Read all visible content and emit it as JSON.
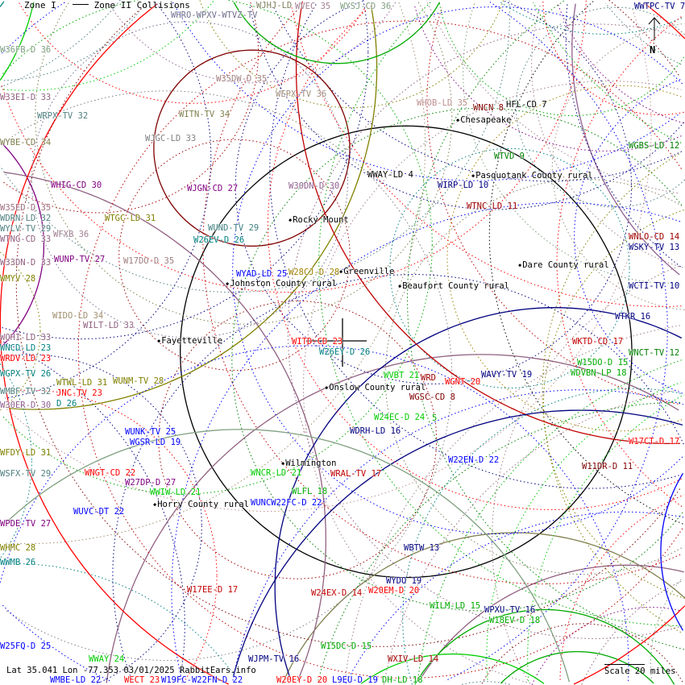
{
  "legend": {
    "zone1": "Zone I",
    "zone2": "Zone II Collisions"
  },
  "status": "Lat 35.041 Lon -77.353 03/01/2025 RabbitEars.info",
  "scale": "Scale 20 miles",
  "north": "N",
  "cities": [
    "Chesapeake",
    "Pasquotank County rural",
    "Rocky Mount",
    "Greenville",
    "Dare County rural",
    "Johnston County rural",
    "Beaufort County rural",
    "Fayetteville",
    "Onslow County rural",
    "Wilmington",
    "Horry County rural"
  ],
  "stations": [
    {
      "text": "WHRO-WPXV-WTVZ-TV",
      "color": "#707090"
    },
    {
      "text": "WJHJ-LD",
      "color": "#808060"
    },
    {
      "text": "WVEC 35",
      "color": "#a08090"
    },
    {
      "text": "WYSJ-CD 36",
      "color": "#80a080"
    },
    {
      "text": "WWTPC-TV 7",
      "color": "#000080"
    },
    {
      "text": "W36FB-D 36",
      "color": "#80a080"
    },
    {
      "text": "W35DW-D 35",
      "color": "#a08080"
    },
    {
      "text": "W33EI-D 33",
      "color": "#906080"
    },
    {
      "text": "WEPX-TV 36",
      "color": "#a09080"
    },
    {
      "text": "WHOB-LD 35",
      "color": "#c09090"
    },
    {
      "text": "WNCN 8",
      "color": "#800000"
    },
    {
      "text": "HFL-CD 7",
      "color": "#000000"
    },
    {
      "text": "WRPX-TV 32",
      "color": "#508080"
    },
    {
      "text": "WITN-TV 34",
      "color": "#808050"
    },
    {
      "text": "WYBE-CD 34",
      "color": "#808050"
    },
    {
      "text": "WJGC-LD 33",
      "color": "#808080"
    },
    {
      "text": "WTVD 9",
      "color": "#008000"
    },
    {
      "text": "WGBS-LD 12",
      "color": "#008000"
    },
    {
      "text": "WWAY-LD 4",
      "color": "#000000"
    },
    {
      "text": "WIRP-LD 10",
      "color": "#000080"
    },
    {
      "text": "WHIG-CD 30",
      "color": "#800080"
    },
    {
      "text": "WJGN-CD 27",
      "color": "#800080"
    },
    {
      "text": "W30DN-D 30",
      "color": "#906090"
    },
    {
      "text": "WTNC-LD 11",
      "color": "#a00000"
    },
    {
      "text": "W35ED-D 35",
      "color": "#a07080"
    },
    {
      "text": "WDRN-LD 32",
      "color": "#508080"
    },
    {
      "text": "WYLV-TV 29",
      "color": "#508080"
    },
    {
      "text": "WTNG-CD 33",
      "color": "#906080"
    },
    {
      "text": "WFXB 36",
      "color": "#a08090"
    },
    {
      "text": "WTGC-LD 31",
      "color": "#808000"
    },
    {
      "text": "WUND-TV 29",
      "color": "#408080"
    },
    {
      "text": "W26EV-D 26",
      "color": "#008080"
    },
    {
      "text": "WNLO-CD 14",
      "color": "#a00000"
    },
    {
      "text": "WSKY-TV 13",
      "color": "#000080"
    },
    {
      "text": "WUNP-TV 27",
      "color": "#800080"
    },
    {
      "text": "W33DN-D 33",
      "color": "#906080"
    },
    {
      "text": "W17DO-D 35",
      "color": "#a08080"
    },
    {
      "text": "W28CJ-D 28",
      "color": "#a08000"
    },
    {
      "text": "WYAD-LD 25",
      "color": "#0000ff"
    },
    {
      "text": "WMYV 28",
      "color": "#808000"
    },
    {
      "text": "WCTI-TV 10",
      "color": "#000080"
    },
    {
      "text": "WIDO-LD 34",
      "color": "#a09070"
    },
    {
      "text": "WILT-LD 33",
      "color": "#906080"
    },
    {
      "text": "WTKR 16",
      "color": "#000080"
    },
    {
      "text": "WQHI-LD 33",
      "color": "#906080"
    },
    {
      "text": "WITD-CD 23",
      "color": "#ff0000"
    },
    {
      "text": "WKTD-CD 17",
      "color": "#c00000"
    },
    {
      "text": "WNCD-LD 23",
      "color": "#008080"
    },
    {
      "text": "WRDV-LD 23",
      "color": "#ff0000"
    },
    {
      "text": "W26EY-D 26",
      "color": "#008080"
    },
    {
      "text": "WNCT-TV 12",
      "color": "#008000"
    },
    {
      "text": "W15DO-D 15",
      "color": "#00aa00"
    },
    {
      "text": "WDVBN-LP 18",
      "color": "#00aa00"
    },
    {
      "text": "WGPX-TV 26",
      "color": "#008080"
    },
    {
      "text": "WVBT 21",
      "color": "#00cc00"
    },
    {
      "text": "WAVY-TV 19",
      "color": "#000080"
    },
    {
      "text": "WGNT 20",
      "color": "#ff0000"
    },
    {
      "text": "WRD",
      "color": "#a00000"
    },
    {
      "text": "WTWL-LD 31",
      "color": "#808000"
    },
    {
      "text": "WUNM-TV 28",
      "color": "#808000"
    },
    {
      "text": "WMBF-TV 32",
      "color": "#508080"
    },
    {
      "text": "JNC-TV 23",
      "color": "#ff0000"
    },
    {
      "text": "WGSC-CD 8",
      "color": "#800000"
    },
    {
      "text": "W30ER-D 30",
      "color": "#906090"
    },
    {
      "text": "D 26",
      "color": "#008080"
    },
    {
      "text": "W24EC-D 24",
      "color": "#00cc00"
    },
    {
      "text": "5",
      "color": "#00aa00"
    },
    {
      "text": "WDRH-LD 16",
      "color": "#000080"
    },
    {
      "text": "WUNK-TV 25",
      "color": "#0000ff"
    },
    {
      "text": "WGSR-LD 19",
      "color": "#0000ff"
    },
    {
      "text": "W17CT-D 17",
      "color": "#ff0000"
    },
    {
      "text": "W22EN-D 22",
      "color": "#0000ff"
    },
    {
      "text": "WFDY-LD 31",
      "color": "#808000"
    },
    {
      "text": "WNCR-LD 21",
      "color": "#00cc00"
    },
    {
      "text": "W11DR-D 11",
      "color": "#800000"
    },
    {
      "text": "WRAL-TV 17",
      "color": "#c00000"
    },
    {
      "text": "WSFX-TV 29",
      "color": "#508080"
    },
    {
      "text": "WNGT-CD 22",
      "color": "#ff0000"
    },
    {
      "text": "W27DP-D 27",
      "color": "#800080"
    },
    {
      "text": "WWIW-LD 21",
      "color": "#00cc00"
    },
    {
      "text": "WLFL 18",
      "color": "#00aa00"
    },
    {
      "text": "WUNCW22FC-D 22",
      "color": "#0000ff"
    },
    {
      "text": "WUVC-DT 22",
      "color": "#0000ff"
    },
    {
      "text": "WPDE-TV 27",
      "color": "#800080"
    },
    {
      "text": "WHMC 28",
      "color": "#808000"
    },
    {
      "text": "WBTW 13",
      "color": "#000080"
    },
    {
      "text": "WWMB 26",
      "color": "#008080"
    },
    {
      "text": "WYDO 19",
      "color": "#000080"
    },
    {
      "text": "W17EE-D 17",
      "color": "#c00000"
    },
    {
      "text": "W24EX-D 14",
      "color": "#c00000"
    },
    {
      "text": "W20EM-D 20",
      "color": "#ff0000"
    },
    {
      "text": "WILM-LD 15",
      "color": "#00aa00"
    },
    {
      "text": "WPXU-TV 16",
      "color": "#000080"
    },
    {
      "text": "W18EV-D 18",
      "color": "#00aa00"
    },
    {
      "text": "W25FQ-D 25",
      "color": "#0000ff"
    },
    {
      "text": "W15DC-D 15",
      "color": "#00aa00"
    },
    {
      "text": "WWAY 24",
      "color": "#00cc00"
    },
    {
      "text": "WJPM-TV 16",
      "color": "#000080"
    },
    {
      "text": "WXIV-LD 14",
      "color": "#a00000"
    },
    {
      "text": "WMBE-LD 22",
      "color": "#0000ff"
    },
    {
      "text": "WECT 23",
      "color": "#ff0000"
    },
    {
      "text": "W19FC-W22FN-D 22",
      "color": "#0000ff"
    },
    {
      "text": "W20EY-D 20",
      "color": "#ff0000"
    },
    {
      "text": "L9EU-D 19",
      "color": "#0000ff"
    },
    {
      "text": "DH-LD 18",
      "color": "#00aa00"
    }
  ]
}
